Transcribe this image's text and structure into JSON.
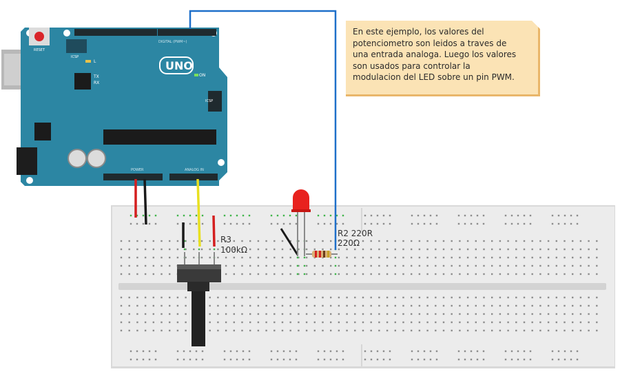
{
  "note": {
    "lines": [
      "En este ejemplo, los valores del",
      "potenciometro son leidos a traves de",
      "una entrada analoga. Luego los valores",
      "son usados para controlar la",
      "modulacion del LED sobre un pin PWM."
    ]
  },
  "board": {
    "logo": "UNO",
    "reset_label": "RESET",
    "icsp_label": "ICSP",
    "icsp2_label": "ICSP",
    "led_l": "L",
    "led_tx": "TX",
    "led_rx": "RX",
    "on_label": "ON",
    "digital_label": "DIGITAL (PWM~)",
    "power_label": "POWER",
    "analog_label": "ANALOG IN"
  },
  "components": {
    "r3_name": "R3",
    "r3_value": "100kΩ",
    "r2_name": "R2 220R",
    "r2_value": "220Ω"
  },
  "colors": {
    "board": "#2c86a3",
    "wire_blue": "#1d6fc9",
    "wire_red": "#d41f1f",
    "wire_black": "#1a1a1a",
    "wire_yellow": "#e8e020",
    "breadboard": "#ececec",
    "hole_green": "#3fb54a",
    "led": "#e8221e",
    "note_bg": "#fbe3b5"
  }
}
